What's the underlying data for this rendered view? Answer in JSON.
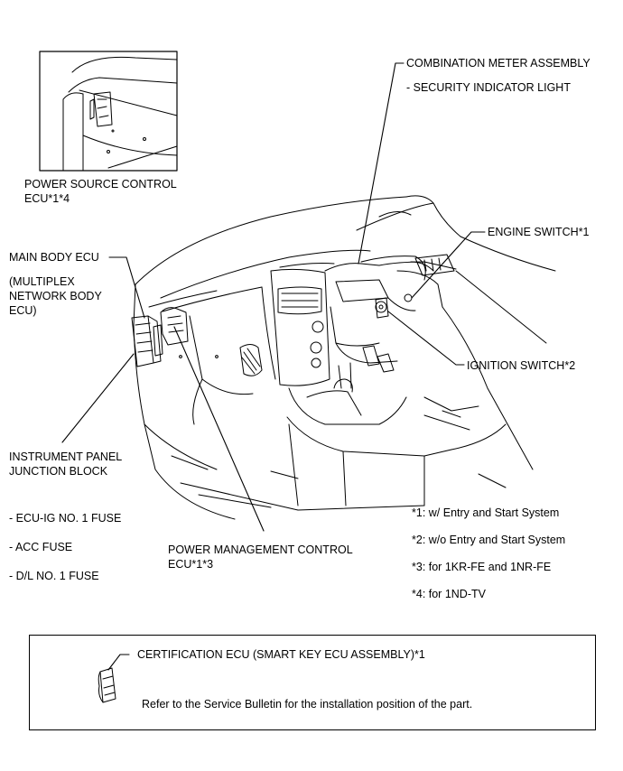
{
  "labels": {
    "combination_meter": "COMBINATION METER ASSEMBLY",
    "security_indicator": "- SECURITY INDICATOR LIGHT",
    "power_source_line1": "POWER SOURCE CONTROL",
    "power_source_line2": "ECU*1*4",
    "engine_switch": "ENGINE SWITCH*1",
    "main_body_ecu": "MAIN BODY ECU",
    "multiplex_line1": "(MULTIPLEX",
    "multiplex_line2": "NETWORK  BODY",
    "multiplex_line3": "ECU)",
    "ignition_switch": "IGNITION SWITCH*2",
    "instrument_panel_line1": "INSTRUMENT PANEL",
    "instrument_panel_line2": "JUNCTION BLOCK",
    "fuse_ecu_ig": "- ECU-IG NO. 1 FUSE",
    "fuse_acc": "- ACC FUSE",
    "fuse_dl": "- D/L NO. 1 FUSE",
    "power_mgmt_line1": "POWER MANAGEMENT CONTROL",
    "power_mgmt_line2": "ECU*1*3",
    "certification_ecu": "CERTIFICATION ECU (SMART KEY ECU ASSEMBLY)*1",
    "refer_note": "Refer to the Service Bulletin for the installation position of the part."
  },
  "notes": [
    "*1: w/ Entry and Start System",
    "*2: w/o Entry and Start System",
    "*3: for 1KR-FE and 1NR-FE",
    "*4: for 1ND-TV"
  ]
}
